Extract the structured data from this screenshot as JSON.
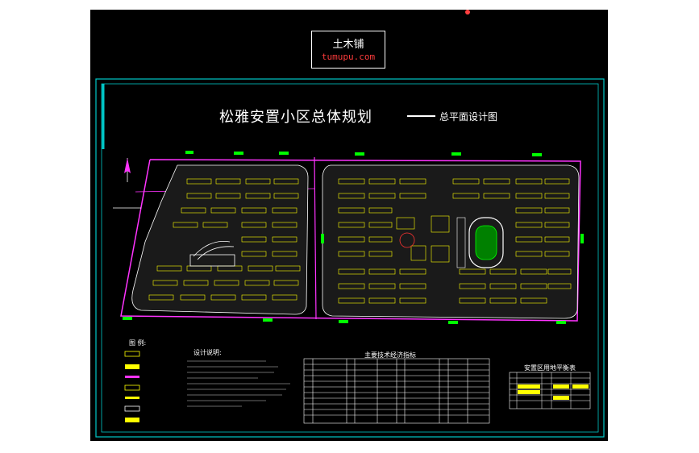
{
  "watermark": {
    "name": "土木铺",
    "url": "tumupu.com"
  },
  "title": "松雅安置小区总体规划",
  "subtitle": "总平面设计图",
  "legend_heading": "图  例:",
  "notes_heading": "设计说明:",
  "table_title": "主要技术经济指标",
  "landuse_title": "安置区用地平衡表",
  "colors": {
    "background": "#000000",
    "border": "#00c8c8",
    "road": "#ff33ff",
    "building": "#ffff00",
    "green": "#00ff00"
  },
  "icons": {
    "north": "north-arrow-icon"
  }
}
